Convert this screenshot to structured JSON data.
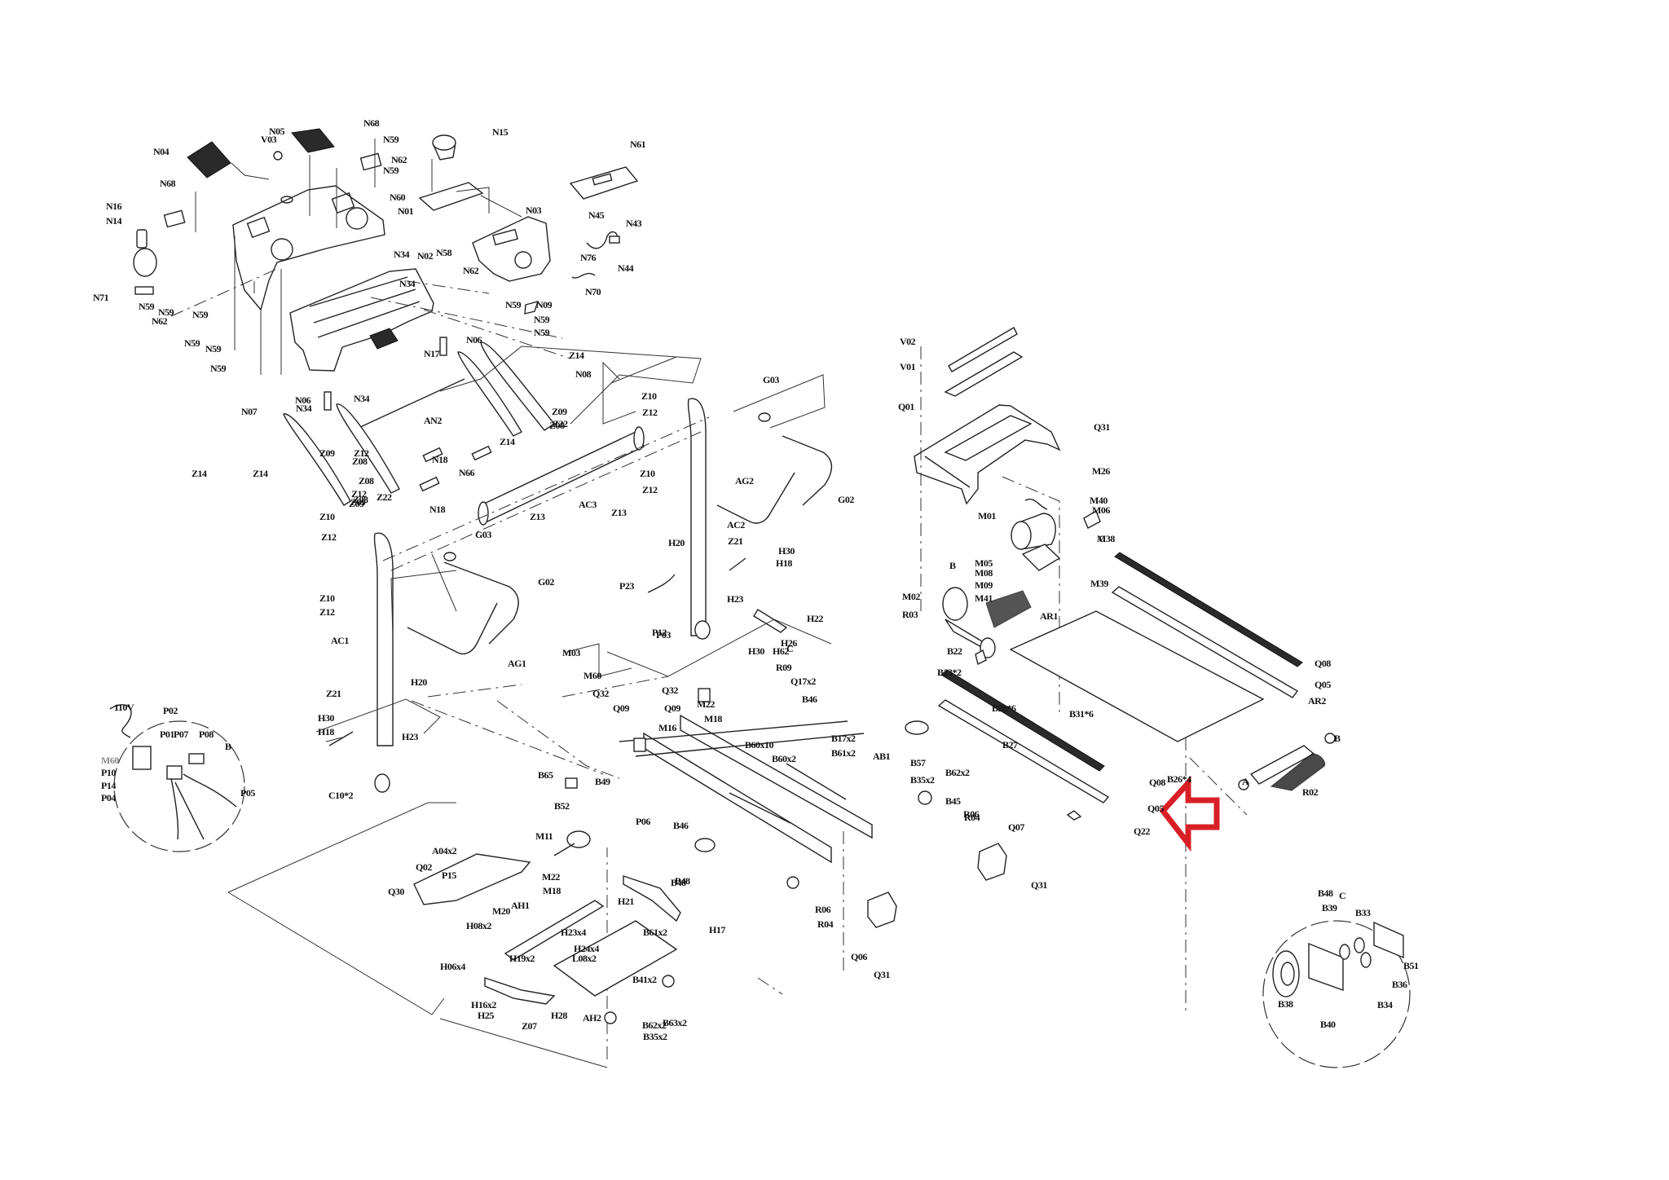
{
  "document": {
    "type": "treadmill exploded parts diagram",
    "highlight": {
      "color": "#d91f26",
      "target_label": "Q05",
      "shape": "arrow-left"
    }
  },
  "labels": {
    "console": [
      "N04",
      "N05",
      "V03",
      "N68",
      "N68",
      "N59",
      "N62",
      "N59",
      "N15",
      "N61",
      "N16",
      "N14",
      "N60",
      "N01",
      "N59",
      "N34",
      "N02",
      "N58",
      "N03",
      "N45",
      "N43",
      "N44",
      "N76",
      "N70",
      "N62",
      "N59",
      "N09",
      "N59",
      "N59",
      "N71",
      "N62",
      "N59",
      "N59",
      "N59",
      "N59",
      "N59",
      "N34",
      "N17",
      "N06",
      "N34",
      "N06",
      "N34",
      "AN2",
      "Z14",
      "N08",
      "Z14",
      "N66",
      "N18",
      "N18",
      "Z14",
      "Z22",
      "Z09",
      "Z08",
      "Z12",
      "Z08",
      "Z09",
      "Z12",
      "Z09",
      "Z08",
      "Z22",
      "Z08",
      "Z09",
      "N07",
      "Z14"
    ],
    "frame_upright": [
      "Z10",
      "Z12",
      "Z10",
      "Z12",
      "AC3",
      "Z13",
      "Z13",
      "G03",
      "Z10",
      "Z12",
      "Z10",
      "Z12",
      "AC2",
      "AG2",
      "G02",
      "G03",
      "G02",
      "AC1",
      "AG1",
      "Z21",
      "H30",
      "H18",
      "H23",
      "H20",
      "C10*2",
      "Z21",
      "H30",
      "H18",
      "H23",
      "H20",
      "P23",
      "P12",
      "P03"
    ],
    "motor_hood": [
      "V02",
      "V01",
      "Q01",
      "Q31",
      "M26",
      "M01",
      "M40",
      "M06",
      "M38",
      "C",
      "B",
      "M05",
      "M08",
      "M09",
      "M41",
      "M02",
      "R03",
      "AR1",
      "M39"
    ],
    "deck": [
      "Q08",
      "Q05",
      "AR2",
      "B",
      "A",
      "R02",
      "B22",
      "B23*2",
      "B28*6",
      "B27",
      "B31*6",
      "B26*4",
      "Q08",
      "Q05",
      "Q22"
    ],
    "base_frame": [
      "M03",
      "M60",
      "Q32",
      "Q09",
      "Q32",
      "Q09",
      "M22",
      "M18",
      "M16",
      "R09",
      "Q17x2",
      "B46",
      "B65",
      "B52",
      "B49",
      "P06",
      "B46",
      "M11",
      "B48",
      "B17x2",
      "B61x2",
      "AB1",
      "B57",
      "B35x2",
      "B62x2",
      "B45",
      "R06",
      "R04",
      "Q07",
      "Q31",
      "R06",
      "R04",
      "Q06",
      "Q31",
      "H22",
      "H26",
      "H30",
      "H62",
      "C",
      "B60x10",
      "B60x2"
    ],
    "lower_frame": [
      "Q02",
      "Q30",
      "P15",
      "A04x2",
      "M22",
      "M18",
      "AH1",
      "M20",
      "H08x2",
      "H06x4",
      "H19x2",
      "H23x4",
      "H24x4",
      "L08x2",
      "H21",
      "H17",
      "B61x2",
      "B41x2",
      "H16x2",
      "H25",
      "Z07",
      "H28",
      "AH2",
      "B63x2",
      "B62x2",
      "B35x2",
      "B48"
    ],
    "detail_electrical": [
      "110V",
      "P02",
      "P01",
      "P07",
      "P08",
      "B",
      "M60",
      "P10",
      "P14",
      "P04",
      "P05"
    ],
    "detail_roller": [
      "B48",
      "C",
      "B39",
      "B33",
      "B51",
      "B36",
      "B34",
      "B38",
      "B40"
    ]
  }
}
